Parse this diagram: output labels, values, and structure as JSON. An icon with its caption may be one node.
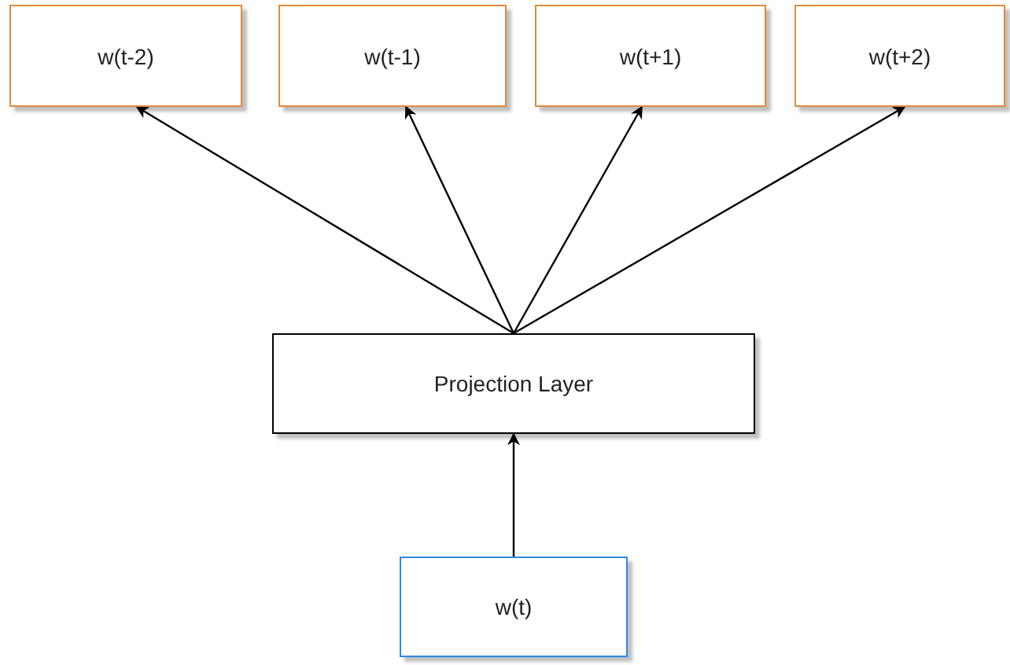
{
  "diagram": {
    "nodes": [
      {
        "text": [
          "w(t-2)"
        ]
      },
      {
        "text": [
          "w(t-1)"
        ]
      },
      {
        "text": [
          "w(t+1)"
        ]
      },
      {
        "text": [
          "w(t+2)"
        ]
      },
      {
        "text": [
          "Projection Layer"
        ]
      },
      {
        "text": [
          "w(t)"
        ]
      }
    ],
    "edges": [
      {
        "from": 4,
        "to": 0,
        "arrow": "to"
      },
      {
        "from": 4,
        "to": 1,
        "arrow": "to"
      },
      {
        "from": 4,
        "to": 2,
        "arrow": "to"
      },
      {
        "from": 4,
        "to": 3,
        "arrow": "to"
      },
      {
        "from": 5,
        "to": 4,
        "arrow": "to"
      }
    ]
  }
}
